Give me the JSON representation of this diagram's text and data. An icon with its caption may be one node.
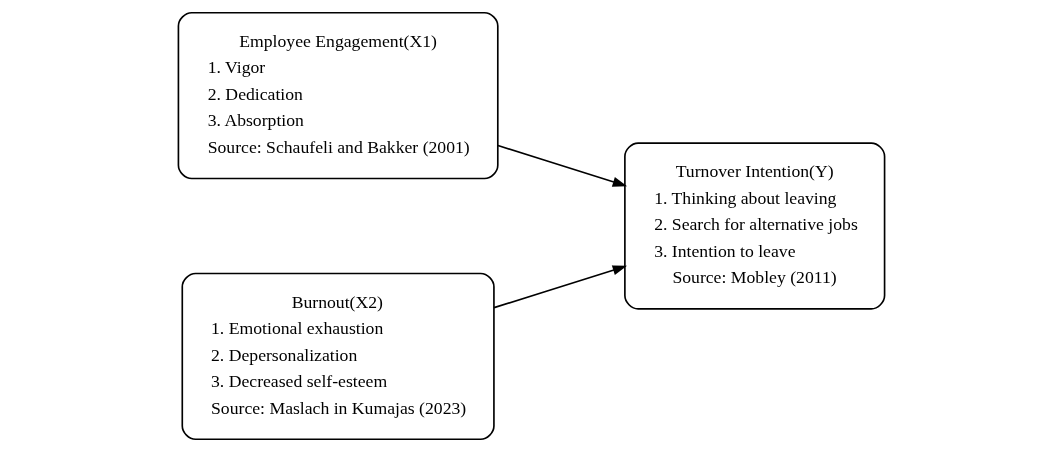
{
  "diagram": {
    "nodes": [
      {
        "text": [
          "Employee Engagement(X1)",
          "1. Vigor",
          "2. Dedication",
          "3. Absorption",
          "Source: Schaufeli and Bakker (2001)"
        ]
      },
      {
        "text": [
          "Burnout(X2)",
          "1. Emotional exhaustion",
          "2. Depersonalization",
          "3. Decreased self-esteem",
          "Source: Maslach in Kumajas (2023)"
        ]
      },
      {
        "text": [
          "Turnover Intention(Y)",
          "1. Thinking about leaving",
          "2. Search for alternative jobs",
          "3. Intention to leave",
          "Source: Mobley (2011)"
        ]
      }
    ],
    "edges": [
      {
        "from": 0,
        "to": 2,
        "arrow": "to"
      },
      {
        "from": 1,
        "to": 2,
        "arrow": "to"
      }
    ]
  }
}
